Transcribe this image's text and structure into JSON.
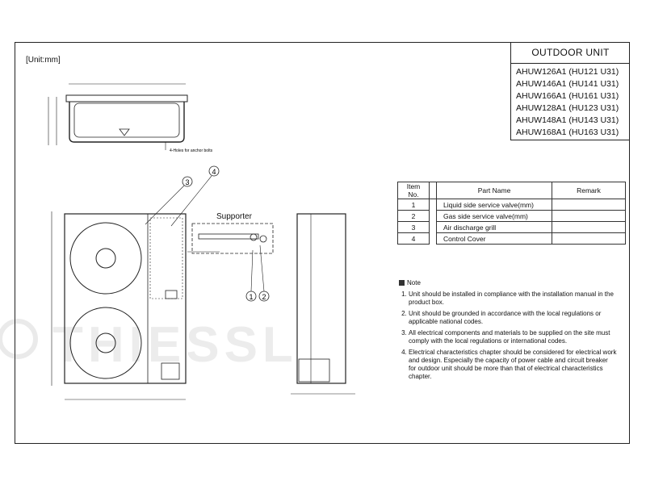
{
  "sheet": {
    "unit_label": "[Unit:mm]",
    "title": "OUTDOOR UNIT",
    "models": [
      "AHUW126A1 (HU121 U31)",
      "AHUW146A1 (HU141 U31)",
      "AHUW166A1 (HU161 U31)",
      "AHUW128A1 (HU123 U31)",
      "AHUW148A1 (HU143 U31)",
      "AHUW168A1 (HU163 U31)"
    ]
  },
  "drawing": {
    "holes_label": "4-Holes for anchor bolts",
    "supporter_label": "Supporter",
    "callouts": [
      "1",
      "2",
      "3",
      "4"
    ]
  },
  "parts_table": {
    "headers": {
      "item_no": "Item No.",
      "part_name": "Part Name",
      "remark": "Remark"
    },
    "rows": [
      {
        "no": "1",
        "name": "Liquid side service valve(mm)",
        "remark": ""
      },
      {
        "no": "2",
        "name": "Gas side service valve(mm)",
        "remark": ""
      },
      {
        "no": "3",
        "name": "Air discharge grill",
        "remark": ""
      },
      {
        "no": "4",
        "name": "Control Cover",
        "remark": ""
      }
    ]
  },
  "notes": {
    "title": "Note",
    "items": [
      "Unit should be installed in compliance with the installation manual in the product box.",
      "Unit should be grounded in accordance with the local regulations or applicable national codes.",
      "All electrical components and materials to be supplied on the site must comply with the local regulations or international codes.",
      "Electrical characteristics chapter should be considered for electrical work and design. Especially the capacity of power cable and circuit breaker for outdoor unit should be more than that of electrical characteristics chapter."
    ]
  },
  "watermark": {
    "text": "THIESSL"
  }
}
